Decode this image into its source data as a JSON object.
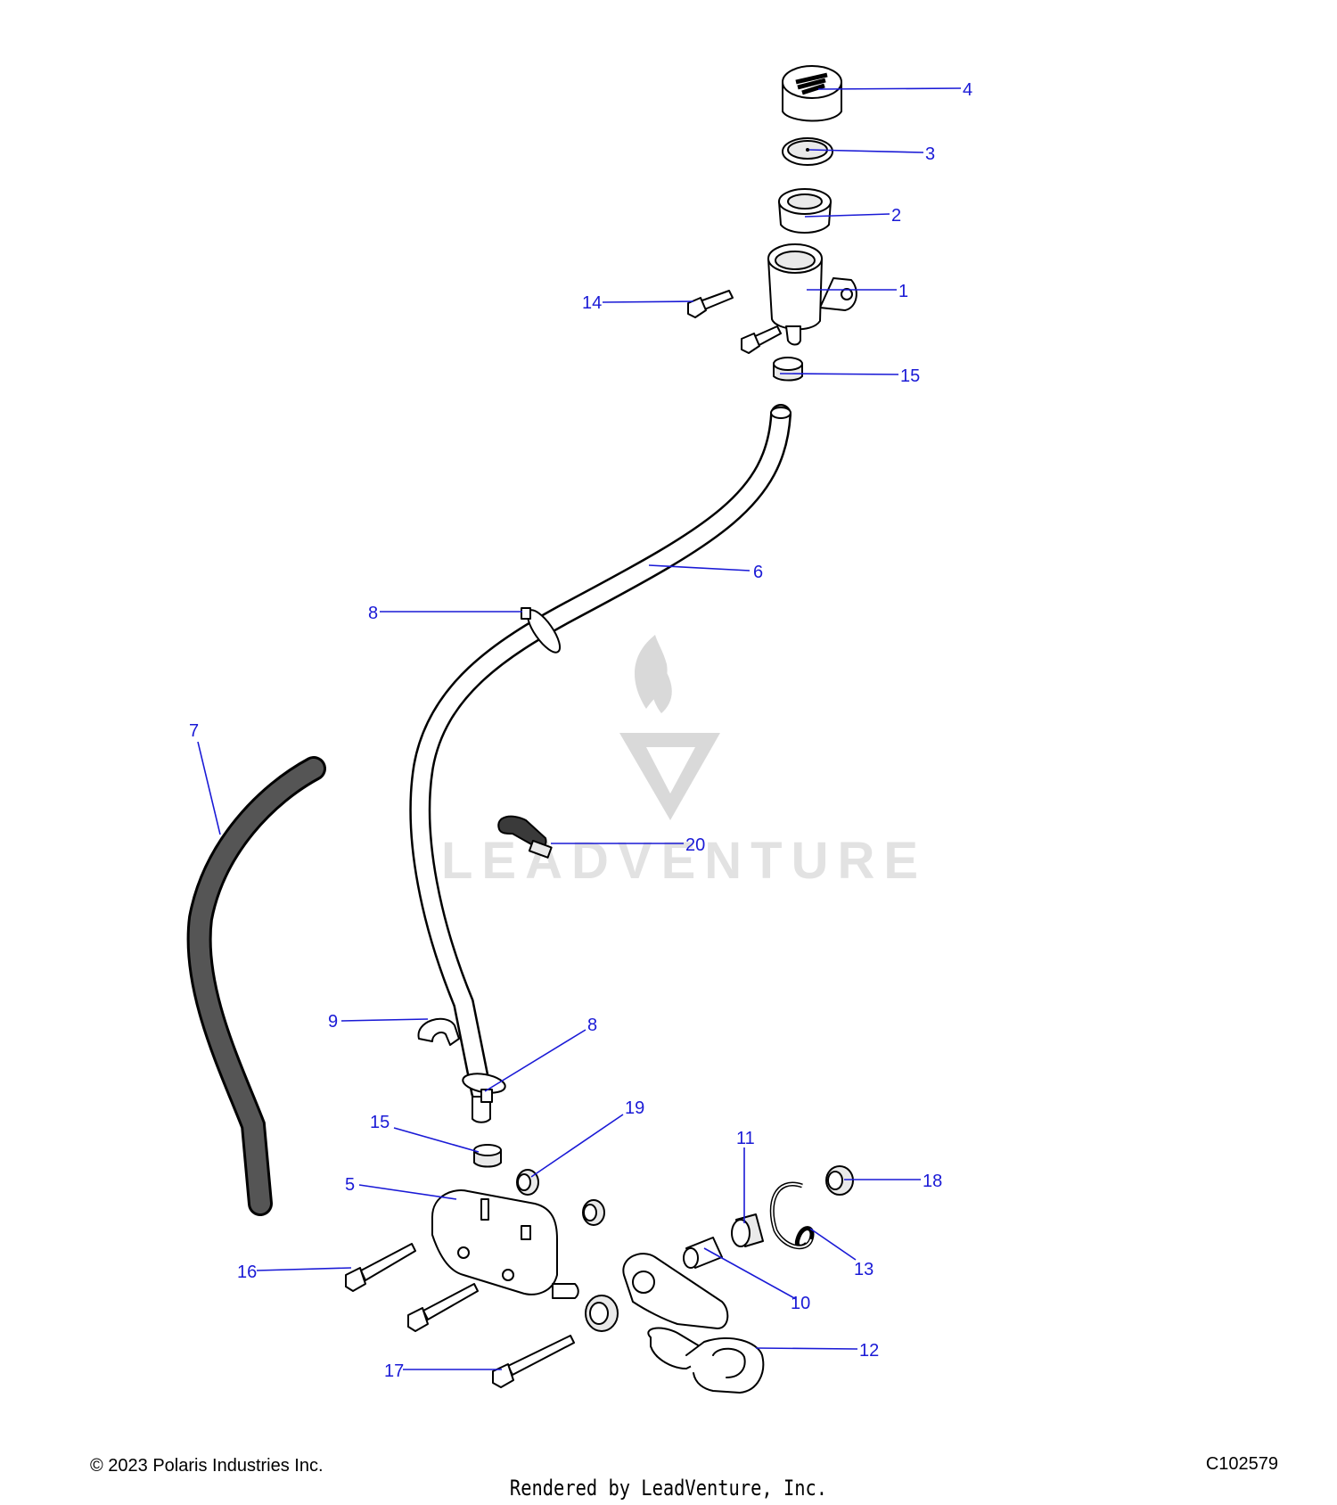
{
  "diagram": {
    "callouts": [
      {
        "id": "c4",
        "label": "4"
      },
      {
        "id": "c3",
        "label": "3"
      },
      {
        "id": "c2",
        "label": "2"
      },
      {
        "id": "c1",
        "label": "1"
      },
      {
        "id": "c14",
        "label": "14"
      },
      {
        "id": "c15a",
        "label": "15"
      },
      {
        "id": "c6",
        "label": "6"
      },
      {
        "id": "c8a",
        "label": "8"
      },
      {
        "id": "c7",
        "label": "7"
      },
      {
        "id": "c20",
        "label": "20"
      },
      {
        "id": "c9",
        "label": "9"
      },
      {
        "id": "c8b",
        "label": "8"
      },
      {
        "id": "c19",
        "label": "19"
      },
      {
        "id": "c15b",
        "label": "15"
      },
      {
        "id": "c11",
        "label": "11"
      },
      {
        "id": "c18",
        "label": "18"
      },
      {
        "id": "c5",
        "label": "5"
      },
      {
        "id": "c13",
        "label": "13"
      },
      {
        "id": "c16",
        "label": "16"
      },
      {
        "id": "c10",
        "label": "10"
      },
      {
        "id": "c12",
        "label": "12"
      },
      {
        "id": "c17",
        "label": "17"
      }
    ],
    "watermark": "LEADVENTURE",
    "accent_color": "#1a1ad6"
  },
  "footer": {
    "copyright": "© 2023 Polaris Industries Inc.",
    "diagram_code": "C102579",
    "rendered_by": "Rendered by LeadVenture, Inc."
  }
}
